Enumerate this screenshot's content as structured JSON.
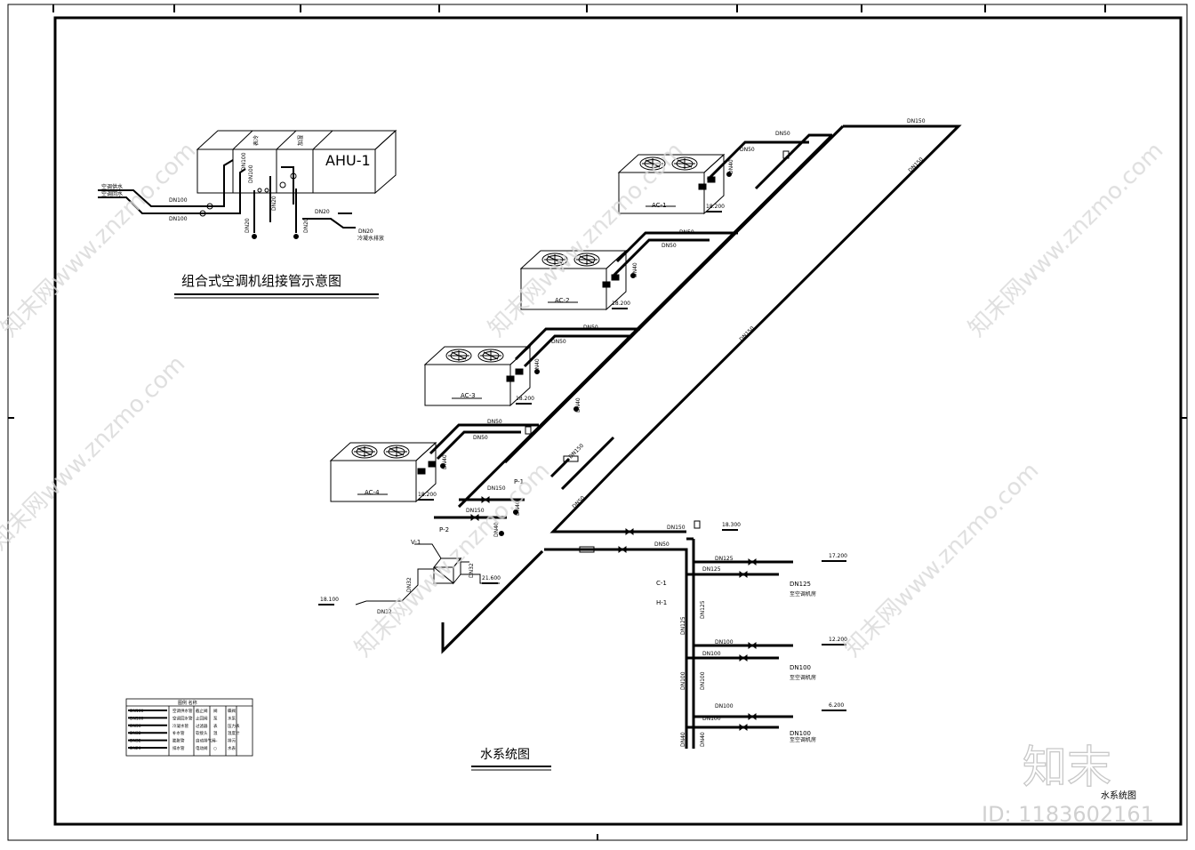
{
  "ahu_diagram": {
    "title": "组合式空调机组接管示意图",
    "unit_label": "AHU-1",
    "labels": [
      "DN100",
      "DN100",
      "DN100",
      "DN20",
      "DN20",
      "DN20",
      "DN20",
      "DN20",
      "DN100",
      "DN100"
    ],
    "small_labels": [
      "空调供水",
      "空调回水",
      "冷凝水排放",
      "加湿",
      "表冷"
    ]
  },
  "water_system": {
    "title": "水系统图",
    "units": [
      "AC-1",
      "AC-2",
      "AC-3",
      "AC-4"
    ],
    "pumps": [
      "P-1",
      "P-2"
    ],
    "tank": "V-1",
    "others": [
      "C-1",
      "H-1"
    ],
    "elevations": [
      "18.200",
      "18.200",
      "18.200",
      "18.200",
      "18.300",
      "21.600",
      "18.100",
      "17.200",
      "12.200",
      "6.200"
    ],
    "pipe_labels": {
      "main": "DN150",
      "branch": "DN50",
      "drain": "DN40",
      "riser_125": "DN125",
      "riser_100": "DN100",
      "feed": "DN32",
      "pump": "DN150"
    },
    "labels_right": [
      "DN125",
      "DN100",
      "DN100"
    ],
    "notes_right": [
      "至空调机房",
      "至空调机房",
      "至空调机房"
    ]
  },
  "legend": {
    "title": "图例  名称",
    "rows": [
      [
        "DN100",
        "空调供水管",
        "截止阀",
        "阀",
        "蝶阀"
      ],
      [
        "DN100",
        "空调回水管",
        "止回阀",
        "泵",
        "水泵"
      ],
      [
        "DN50",
        "冷凝水管",
        "过滤器",
        "表",
        "压力表"
      ],
      [
        "DN32",
        "补水管",
        "软接头",
        "温",
        "温度计"
      ],
      [
        "DN32",
        "膨胀管",
        "自动排气阀",
        "—",
        "排污"
      ],
      [
        "DN20",
        "排水管",
        "电动阀",
        "○",
        "水表"
      ]
    ]
  },
  "watermark": {
    "text": "知末网www.znzmo.com",
    "logo": "知末",
    "caption": "水系统图",
    "id": "ID: 1183602161"
  }
}
